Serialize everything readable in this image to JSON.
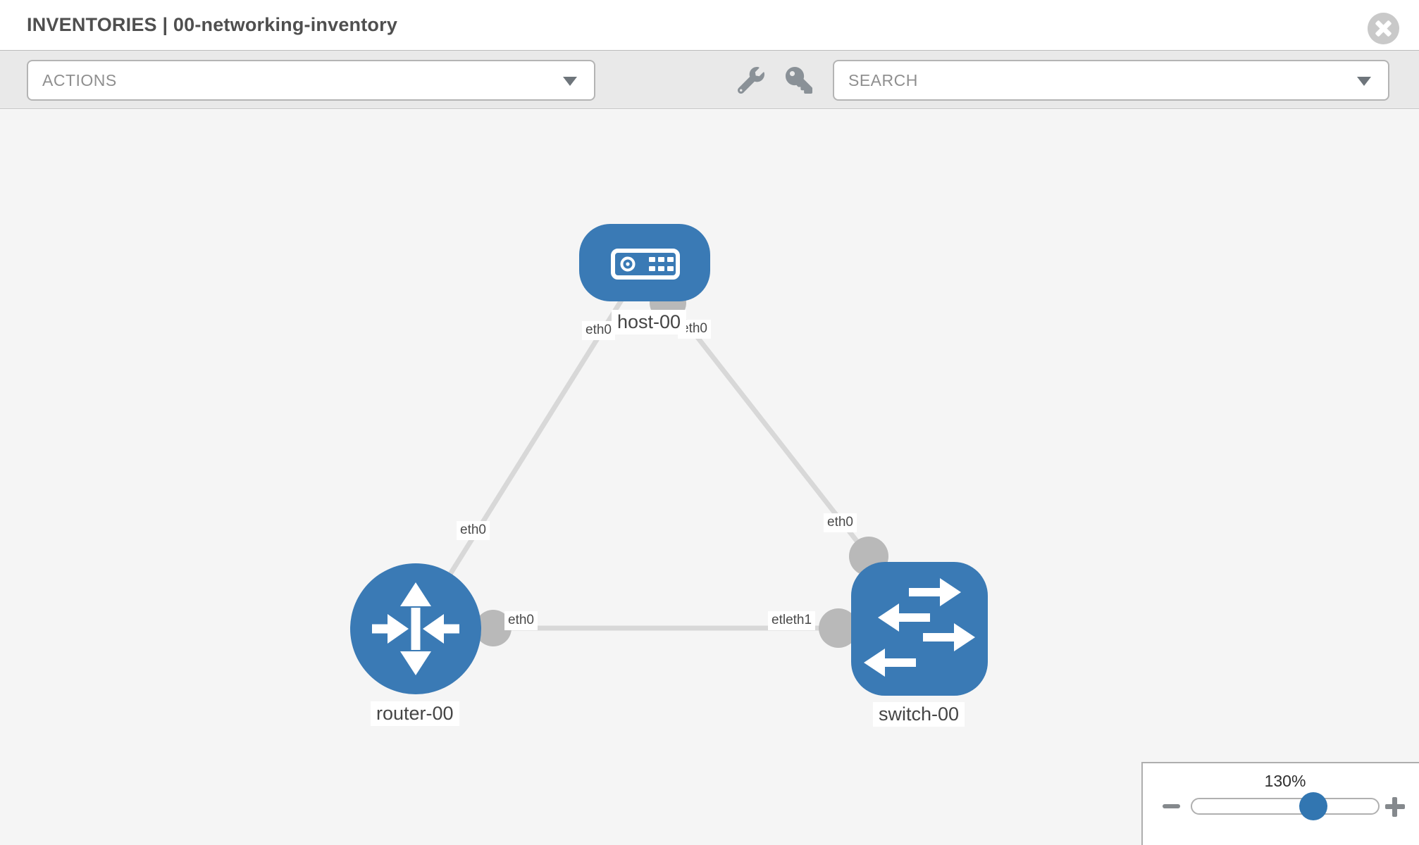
{
  "window": {
    "title": "INVENTORIES | 00-networking-inventory"
  },
  "toolbar": {
    "actions_label": "ACTIONS",
    "search_placeholder": "SEARCH",
    "icons": [
      "wrench-icon",
      "key-icon"
    ]
  },
  "canvas": {
    "nodes": [
      {
        "id": "host-00",
        "type": "host",
        "label": "host-00"
      },
      {
        "id": "router-00",
        "type": "router",
        "label": "router-00"
      },
      {
        "id": "switch-00",
        "type": "switch",
        "label": "switch-00"
      }
    ],
    "links": [
      {
        "from": "router-00",
        "to": "host-00"
      },
      {
        "from": "switch-00",
        "to": "host-00"
      },
      {
        "from": "router-00",
        "to": "switch-00"
      }
    ],
    "interface_labels": {
      "host_link_left": "eth0",
      "host_link_right": "eth0",
      "router_host_link": "eth0",
      "switch_host_link": "eth0",
      "router_switch_left": "eth0",
      "router_switch_right": "etleth1"
    }
  },
  "zoom_control": {
    "level": "130%"
  },
  "colors": {
    "node_blue": "#3a7ab5",
    "link_gray": "#d8d8d8",
    "connector_gray": "#b9b9b9",
    "slider_thumb_blue": "#3276b1",
    "toolbar_bg": "#e9e9e9",
    "canvas_bg": "#f5f5f5",
    "title_text": "#4f4f4f",
    "label_text": "#4a4a4a"
  }
}
